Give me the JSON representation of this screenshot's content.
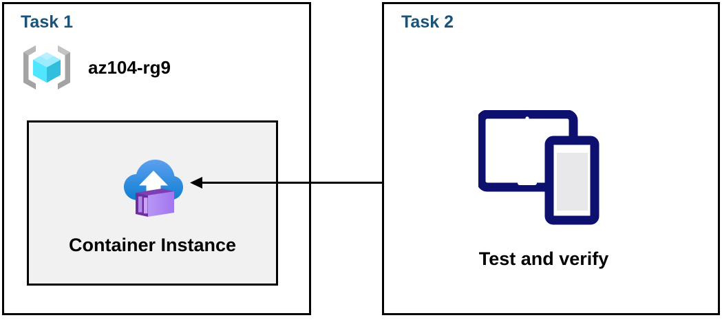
{
  "diagram": {
    "type": "azure-architecture-flow",
    "background_color": "#ffffff",
    "panels": [
      {
        "id": "task1",
        "title": "Task 1",
        "title_color": "#19537a",
        "border_color": "#000000"
      },
      {
        "id": "task2",
        "title": "Task 2",
        "title_color": "#19537a",
        "border_color": "#000000"
      }
    ]
  },
  "task1": {
    "title": "Task 1",
    "resource_group": {
      "icon": "azure-resource-group-icon",
      "label": "az104-rg9",
      "icon_bracket_color": "#a3a3a3",
      "icon_cube_color": "#50e6ff"
    },
    "resource": {
      "icon": "azure-container-instance-icon",
      "label": "Container Instance",
      "panel_background": "#f1f1f1",
      "panel_border": "#000000",
      "cloud_color": "#1b86de",
      "container_color": "#a67af4"
    }
  },
  "task2": {
    "title": "Task 2",
    "verify": {
      "icon": "devices-tablet-phone-icon",
      "label": "Test and verify",
      "icon_color": "#0e1070",
      "screen_color": "#e8e8ea"
    }
  },
  "connector": {
    "name": "flow-arrow",
    "direction": "right-to-left",
    "from": "Test and verify",
    "to": "Container Instance",
    "color": "#000000",
    "stroke_width": 3
  }
}
